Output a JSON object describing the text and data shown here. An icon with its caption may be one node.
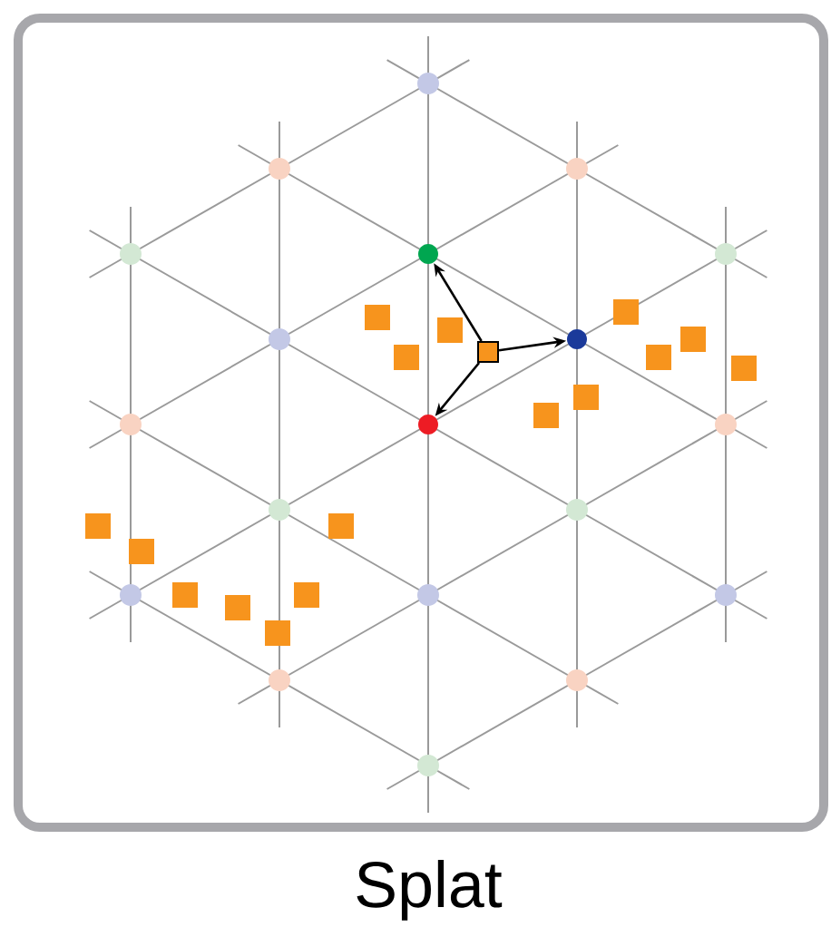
{
  "diagram": {
    "caption": "Splat",
    "nodes": [
      {
        "text": [],
        "shape": "box"
      },
      {
        "text": [],
        "shape": "circle"
      },
      {
        "text": [],
        "shape": "circle"
      },
      {
        "text": [],
        "shape": "circle"
      }
    ],
    "edges": [
      {
        "from": 0,
        "to": 1,
        "arrow": "to"
      },
      {
        "from": 0,
        "to": 2,
        "arrow": "to"
      },
      {
        "from": 0,
        "to": 3,
        "arrow": "to"
      }
    ]
  }
}
